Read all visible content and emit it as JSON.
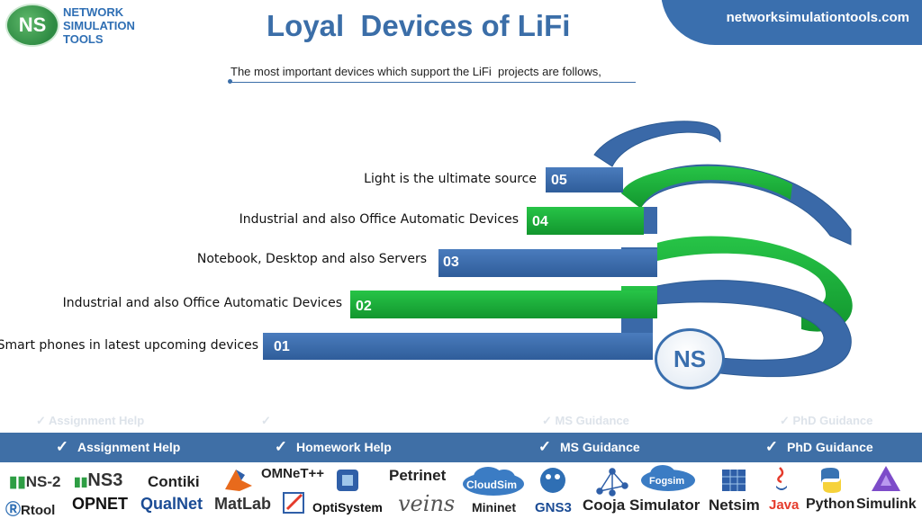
{
  "logo": {
    "initials": "NS",
    "line1": "NETWORK",
    "line2": "SIMULATION",
    "line3": "TOOLS"
  },
  "site": {
    "url": "networksimulationtools.com"
  },
  "title": "Loyal  Devices of LiFi",
  "subtitle": "The most important devices which support the LiFi  projects are follows,",
  "items": [
    {
      "num": "05",
      "label": "Light is the ultimate source"
    },
    {
      "num": "04",
      "label": "Industrial and also Office Automatic Devices"
    },
    {
      "num": "03",
      "label": "Notebook, Desktop and also Servers"
    },
    {
      "num": "02",
      "label": "Industrial and also Office Automatic Devices"
    },
    {
      "num": "01",
      "label": "Smart phones in latest upcoming devices"
    }
  ],
  "emblem": "NS",
  "services": [
    {
      "label": "Assignment Help",
      "icon": "check-icon"
    },
    {
      "label": "Homework Help",
      "icon": "check-icon"
    },
    {
      "label": "MS  Guidance",
      "icon": "check-icon"
    },
    {
      "label": "PhD  Guidance",
      "icon": "check-icon"
    }
  ],
  "tools": {
    "ns2": "NS-2",
    "ns3": "NS3",
    "contiki": "Contiki",
    "omnet": "OMNeT++",
    "petrinet": "Petrinet",
    "rtool": "Rtool",
    "opnet": "OPNET",
    "qualnet": "QualNet",
    "matlab": "MatLab",
    "optisystem": "OptiSystem",
    "veins": "veins",
    "cloudsim": "CloudSim",
    "mininet": "Mininet",
    "gns3": "GNS3",
    "cooja": "Cooja Simulator",
    "fogsim": "Fogsim",
    "netsim": "Netsim",
    "java": "Java",
    "python": "Python",
    "simulink": "Simulink"
  },
  "colors": {
    "blue": "#3f6fb0",
    "green": "#1fae3a",
    "title": "#3b6ea8"
  }
}
